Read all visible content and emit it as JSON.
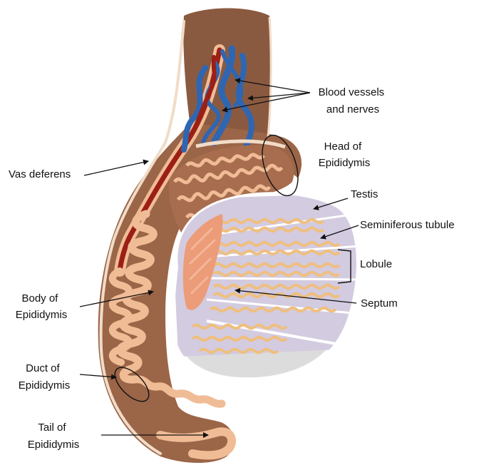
{
  "diagram": {
    "labels": {
      "blood_vessels": [
        "Blood vessels",
        "and nerves"
      ],
      "head_epididymis": [
        "Head of",
        "Epididymis"
      ],
      "vas_deferens": [
        "Vas deferens"
      ],
      "testis": [
        "Testis"
      ],
      "seminiferous_tubule": [
        "Seminiferous tubule"
      ],
      "lobule": [
        "Lobule"
      ],
      "septum": [
        "Septum"
      ],
      "body_epididymis": [
        "Body of",
        "Epididymis"
      ],
      "duct_epididymis": [
        "Duct of",
        "Epididymis"
      ],
      "tail_epididymis": [
        "Tail of",
        "Epididymis"
      ]
    },
    "colors": {
      "outer_tissue": "#9b6548",
      "cord_top": "#8a5a40",
      "skin_edge": "#f1dcc8",
      "tubule_fill": "#f0bc96",
      "tubule_stroke": "#d99a70",
      "vein": "#2f66b2",
      "artery": "#9c1f16",
      "testis_lobules": "#d3cbe0",
      "testis_lower": "#dcdcdc",
      "seminiferous": "#efbf7e",
      "rete": "#ec9c78",
      "ink": "#111111"
    }
  }
}
